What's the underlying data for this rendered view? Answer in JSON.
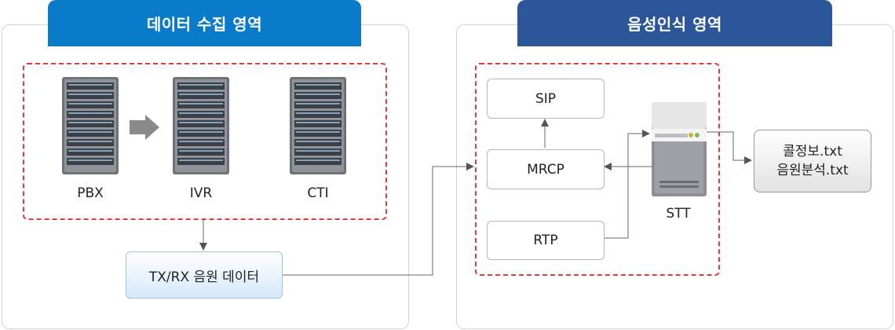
{
  "left_section": {
    "title": "데이터 수집 영역",
    "servers": [
      {
        "label": "PBX"
      },
      {
        "label": "IVR"
      },
      {
        "label": "CTI"
      }
    ],
    "audio_data_label": "TX/RX 음원 데이터"
  },
  "right_section": {
    "title": "음성인식 영역",
    "sip_label": "SIP",
    "mrcp_label": "MRCP",
    "rtp_label": "RTP",
    "stt_label": "STT",
    "output_files": [
      "콜정보.txt",
      "음원분석.txt"
    ]
  },
  "colors": {
    "left_title_bg": "#0a7bc9",
    "right_title_bg": "#2b5699",
    "dashed_border": "#e8373d",
    "arrow_gray": "#8a8a8a"
  }
}
